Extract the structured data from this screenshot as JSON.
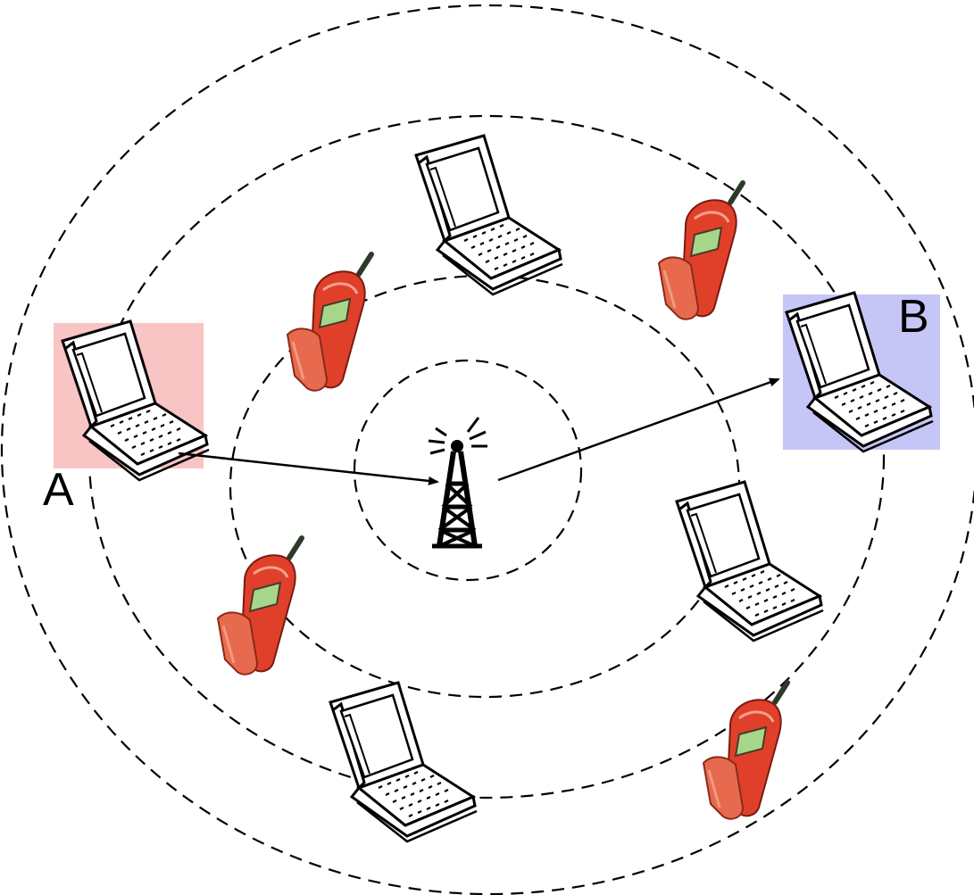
{
  "diagram": {
    "nodes": {
      "source": {
        "label": "A",
        "device": "laptop-icon",
        "highlight_color": "#f9c4c4"
      },
      "destination": {
        "label": "B",
        "device": "laptop-icon",
        "highlight_color": "#c6c6f6"
      },
      "hub": {
        "device": "radio-tower-icon"
      }
    },
    "rings": {
      "count": 4,
      "style": "dashed"
    },
    "edges": [
      {
        "from": "source",
        "to": "hub"
      },
      {
        "from": "hub",
        "to": "destination"
      }
    ],
    "other_devices": [
      "laptop-icon",
      "laptop-icon",
      "laptop-icon",
      "mobile-phone-icon",
      "mobile-phone-icon",
      "mobile-phone-icon",
      "mobile-phone-icon"
    ],
    "colors": {
      "phone_body": "#e0402a",
      "phone_flap": "#e86a4e",
      "phone_screen": "#a6d68a",
      "line": "#000000"
    }
  }
}
